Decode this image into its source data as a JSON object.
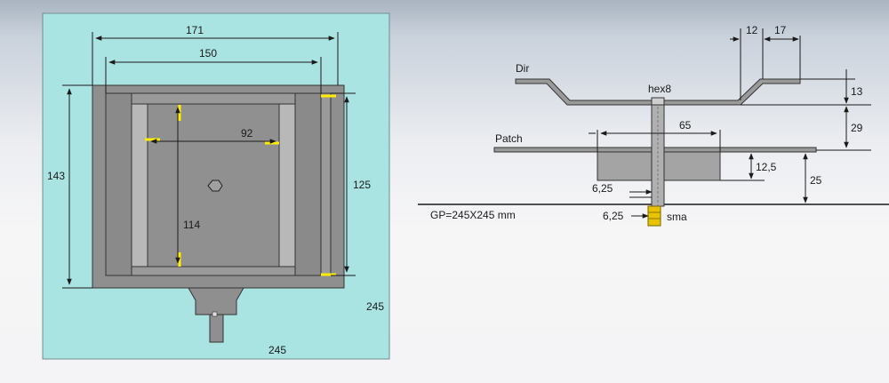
{
  "colors": {
    "panel_bg": "#a9e3e2",
    "body_gray": "#8f8f8f",
    "inner_gray": "#b4b4b4",
    "highlight": "#ffee00",
    "connector": "#e8c300",
    "line": "#1a1a1a"
  },
  "top_view": {
    "dims": {
      "outer_width": "171",
      "inner_width": "150",
      "patch_width": "92",
      "outer_height": "143",
      "inner_height": "125",
      "patch_height": "114",
      "ground_width": "245",
      "ground_height": "245"
    }
  },
  "side_view": {
    "labels": {
      "director": "Dir",
      "patch": "Patch",
      "hex": "hex8",
      "connector": "sma",
      "ground_plane": "GP=245X245 mm"
    },
    "dims": {
      "flange": "12",
      "bend": "17",
      "director_drop": "13",
      "director_to_patch": "29",
      "cavity_width": "65",
      "cavity_depth": "12,5",
      "patch_height": "25",
      "gap_upper": "6,25",
      "gap_lower": "6,25"
    }
  }
}
